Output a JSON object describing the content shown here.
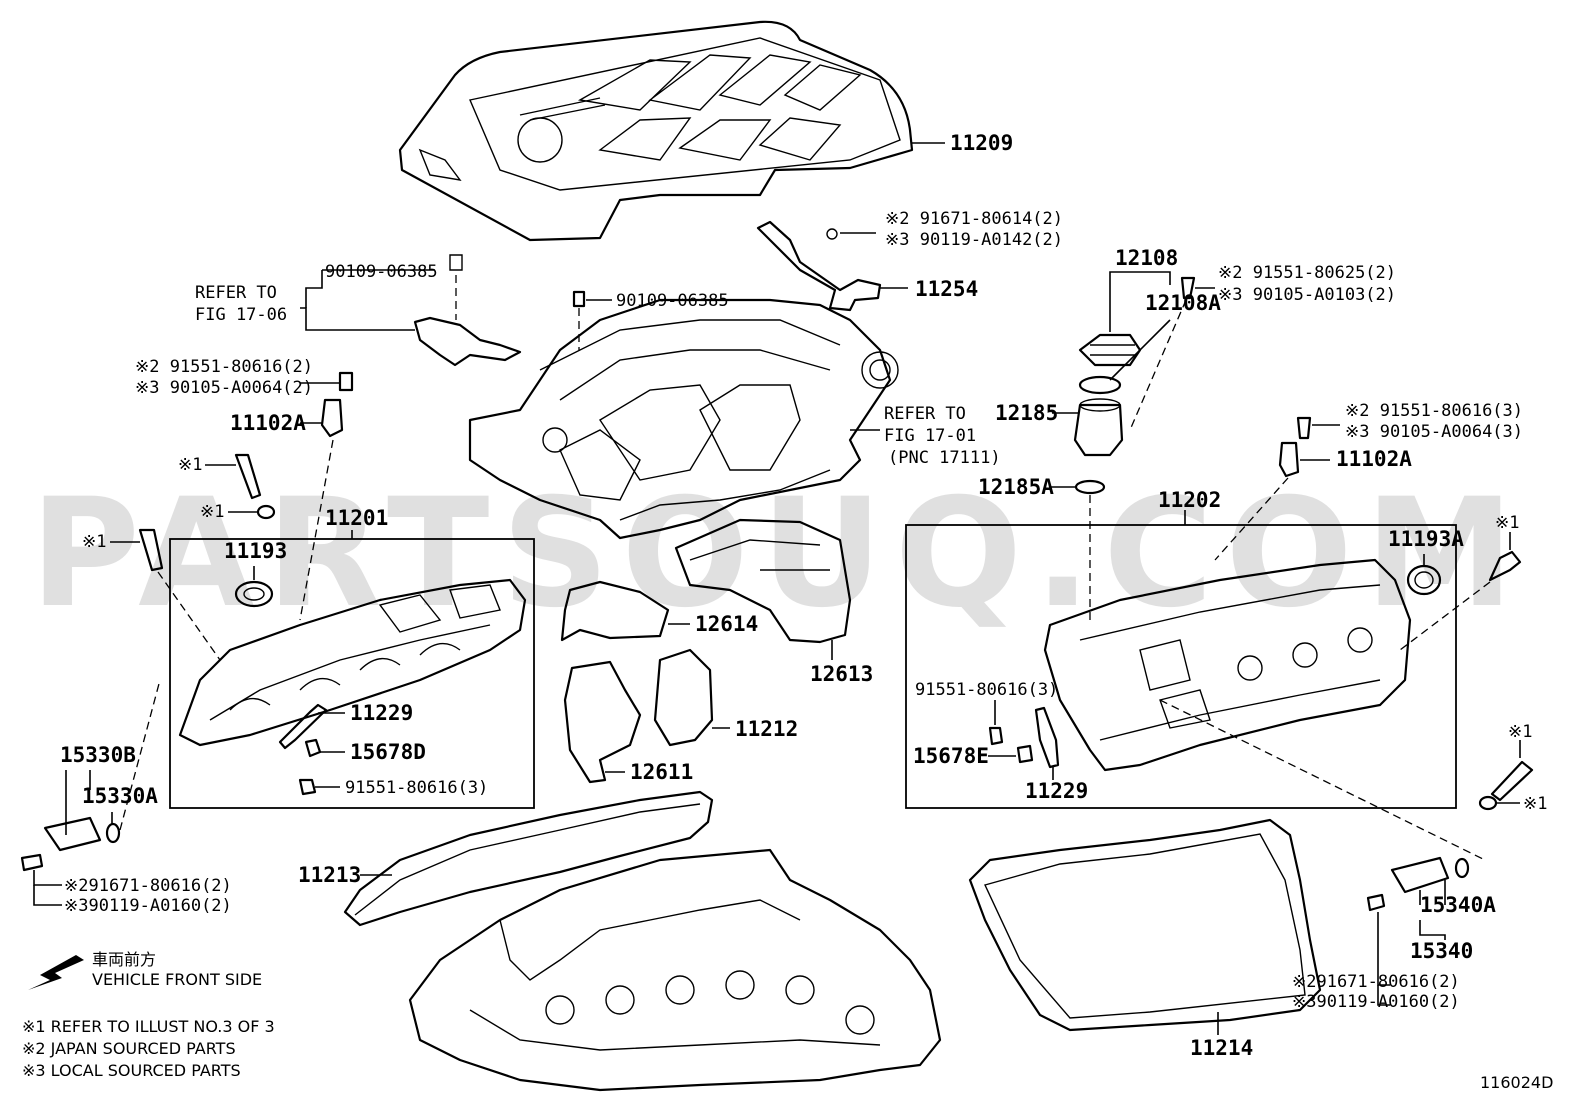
{
  "watermark": "PARTSOUQ.COM",
  "figure_id": "116024D",
  "labels": {
    "p11209": "11209",
    "p11254": "11254",
    "p11254_n1": "※2 91671-80614(2)",
    "p11254_n2": "※3 90119-A0142(2)",
    "refer1_l1": "REFER TO",
    "refer1_l2": "FIG 17-06",
    "bolt_a": "90109-06385",
    "bolt_b": "90109-06385",
    "left_n1": "※2 91551-80616(2)",
    "left_n2": "※3 90105-A0064(2)",
    "p11102A_l": "11102A",
    "x1_a": "※1",
    "x1_b": "※1",
    "x1_c": "※1",
    "p11201": "11201",
    "p11193": "11193",
    "refer2_l1": "REFER TO",
    "refer2_l2": "FIG 17-01",
    "refer2_l3": "(PNC 17111)",
    "p12108": "12108",
    "p12108A": "12108A",
    "right_n1": "※2 91551-80625(2)",
    "right_n2": "※3 90105-A0103(2)",
    "p12185": "12185",
    "p12185A": "12185A",
    "right2_n1": "※2 91551-80616(3)",
    "right2_n2": "※3 90105-A0064(3)",
    "p11102A_r": "11102A",
    "p11202": "11202",
    "p11193A": "11193A",
    "x1_d": "※1",
    "p12614": "12614",
    "p12613": "12613",
    "p11229_l": "11229",
    "p15678D": "15678D",
    "bolt_l3": "91551-80616(3)",
    "p11212": "11212",
    "p12611": "12611",
    "p15330B": "15330B",
    "p15330A": "15330A",
    "left3_n1": "※291671-80616(2)",
    "left3_n2": "※390119-A0160(2)",
    "p11213": "11213",
    "bolt_r3": "91551-80616(3)",
    "p15678E": "15678E",
    "p11229_r": "11229",
    "x1_e": "※1",
    "x1_f": "※1",
    "p15340A": "15340A",
    "p15340": "15340",
    "right3_n1": "※291671-80616(2)",
    "right3_n2": "※390119-A0160(2)",
    "p11214": "11214",
    "front_jp": "車両前方",
    "front_en": "VEHICLE FRONT SIDE",
    "legend1": "※1  REFER TO ILLUST NO.3 OF 3",
    "legend2": "※2 JAPAN SOURCED PARTS",
    "legend3": "※3 LOCAL SOURCED PARTS"
  }
}
